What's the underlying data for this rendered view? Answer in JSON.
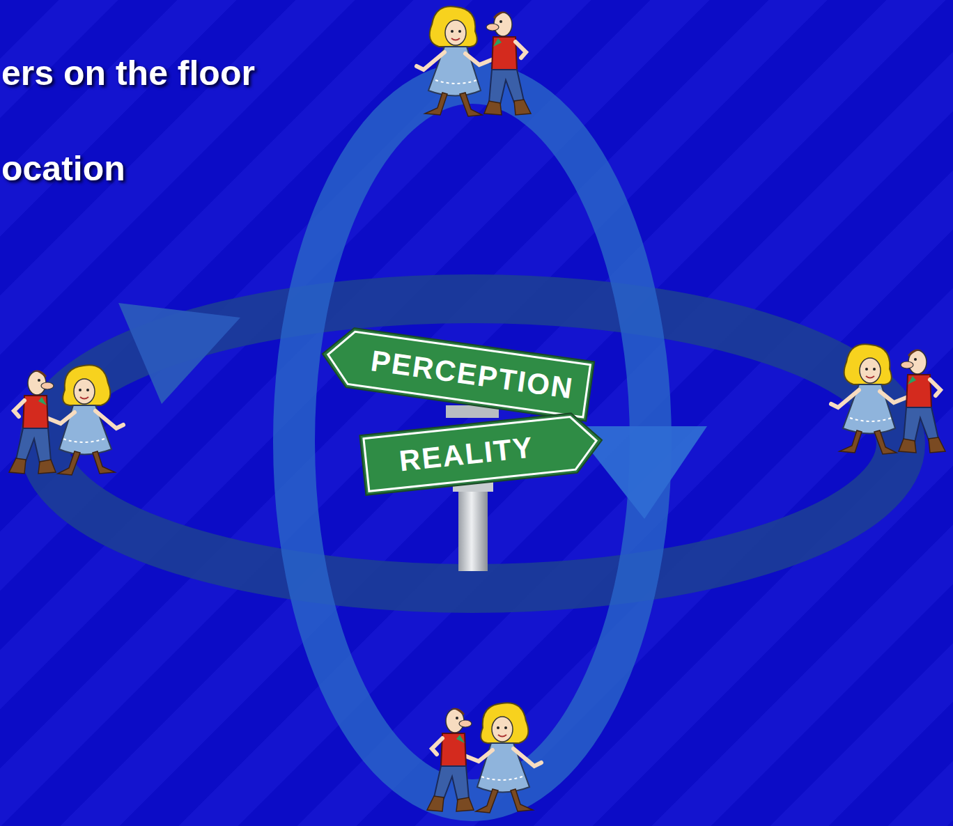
{
  "diagram": {
    "nodes": [
      {
        "text": [
          "PERCEPTION"
        ]
      },
      {
        "text": [
          "REALITY"
        ]
      }
    ],
    "labels": [
      "ers on the floor",
      "ocation"
    ]
  }
}
